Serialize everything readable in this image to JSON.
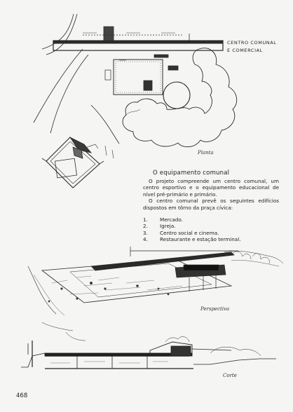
{
  "plan": {
    "label_line1": "CENTRO COMUNAL",
    "label_line2": "E COMERCIAL",
    "caption": "Planta"
  },
  "section": {
    "heading": "O equipamento comunal",
    "paragraph1": "O projeto compreende um centro comunal, um centro esportivo e o equipamento educacional de nível pré-primário e primário.",
    "paragraph2": "O centro comunal prevê os seguintes edifícios dispostos em tôrno da praça cívica:",
    "items": [
      {
        "num": "1.",
        "text": "Mercado."
      },
      {
        "num": "2.",
        "text": "Igreja."
      },
      {
        "num": "3.",
        "text": "Centro social e cinema."
      },
      {
        "num": "4.",
        "text": "Restaurante e estação terminal."
      }
    ]
  },
  "perspective": {
    "caption": "Perspectiva"
  },
  "cut": {
    "caption": "Corte"
  },
  "page": {
    "number": "468"
  }
}
